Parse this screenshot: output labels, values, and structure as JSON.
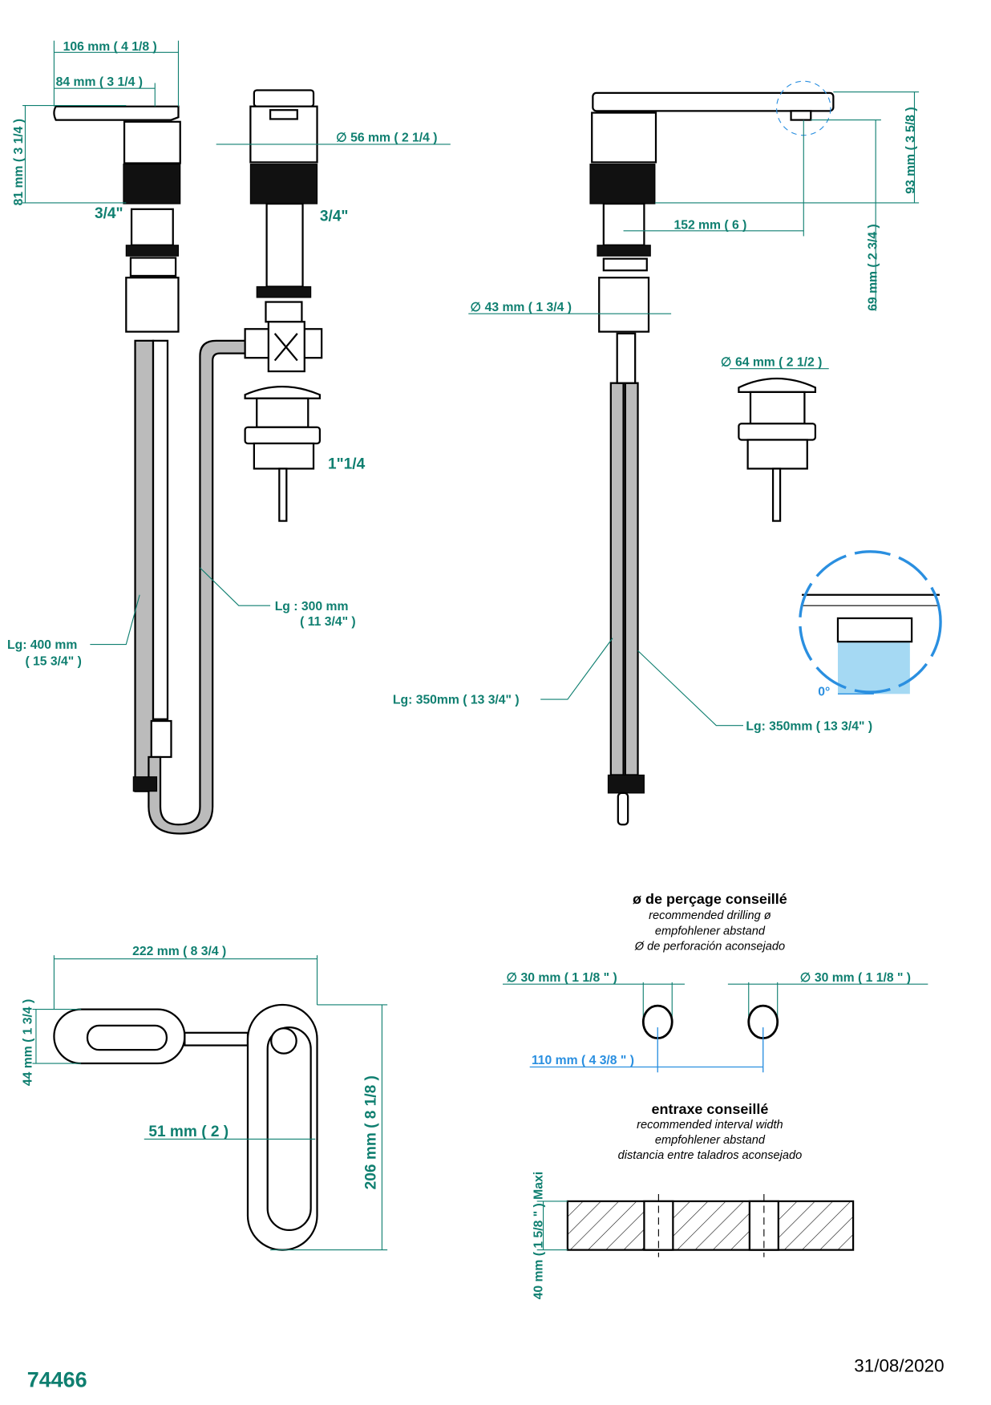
{
  "drawing": {
    "reference": "74466",
    "date": "31/08/2020",
    "accent_color": "#0f7f70",
    "highlight_color": "#2a8fe0"
  },
  "left_view": {
    "width_total": "106 mm ( 4 1/8 )",
    "width_lever": "84 mm ( 3 1/4 )",
    "height": "81 mm ( 3 1/4 )",
    "thread_side": "3/4\"",
    "diameter": "∅  56 mm ( 2 1/4 )",
    "thread_front": "3/4\"",
    "drain_thread": "1\"1/4",
    "hose_300": "Lg : 300 mm",
    "hose_300_in": "( 11 3/4\" )",
    "hose_400": "Lg: 400 mm",
    "hose_400_in": "( 15 3/4\" )"
  },
  "right_view": {
    "height_spout": "93 mm ( 3 5/8 )",
    "reach": "152 mm ( 6 )",
    "height_outlet": "69 mm ( 2 3/4 )",
    "diameter_base": "∅  43 mm ( 1 3/4 )",
    "diameter_drain": "∅  64 mm ( 2 1/2 )",
    "angle": "0°",
    "hose_left": "Lg: 350mm  ( 13 3/4\" )",
    "hose_right": "Lg: 350mm  ( 13 3/4\" )"
  },
  "top_view": {
    "width": "222 mm ( 8 3/4 )",
    "handle_height": "44 mm ( 1 3/4 )",
    "body_width": "51 mm ( 2 )",
    "depth": "206 mm ( 8 1/8 )"
  },
  "drilling": {
    "title": "ø de perçage conseillé",
    "sub": [
      "recommended drilling ø",
      "empfohlener abstand",
      "Ø de perforación aconsejado"
    ],
    "hole_left": "∅  30 mm ( 1 1/8 \" )",
    "hole_right": "∅  30 mm ( 1 1/8 \" )",
    "spacing": "110 mm ( 4 3/8 \" )"
  },
  "interval": {
    "title": "entraxe conseillé",
    "sub": [
      "recommended interval width",
      "empfohlener abstand",
      "distancia entre taladros aconsejado"
    ],
    "max_thickness": "40 mm ( 1 5/8 \" ) Maxi"
  }
}
